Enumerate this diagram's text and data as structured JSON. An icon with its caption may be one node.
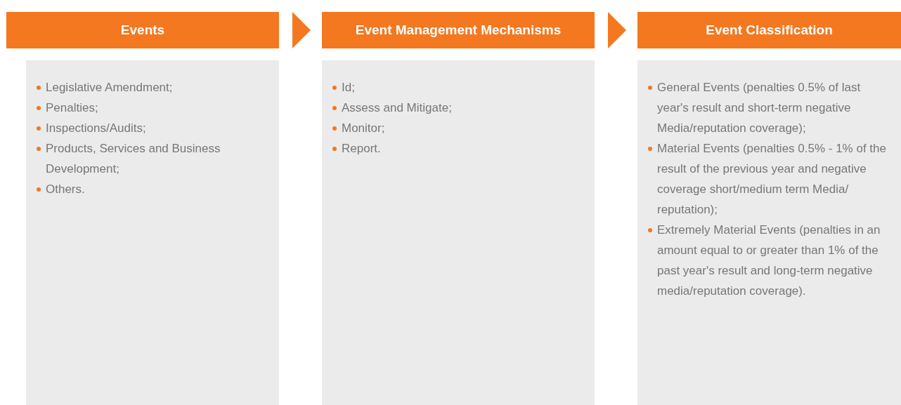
{
  "diagram": {
    "nodes": [
      {
        "text": [
          "Events"
        ]
      },
      {
        "text": [
          "Event Management Mechanisms"
        ]
      },
      {
        "text": [
          "Event Classification"
        ]
      },
      {
        "text": [
          "Legislative Amendment;",
          "Penalties;",
          "Inspections/Audits;",
          "Products, Services and Business Development;",
          "Others."
        ]
      },
      {
        "text": [
          "Id;",
          "Assess and Mitigate;",
          "Monitor;",
          "Report."
        ]
      },
      {
        "text": [
          "General Events (penalties 0.5% of last year's result and short-term negative Media/reputation coverage);",
          "Material Events (penalties 0.5% - 1% of the result of the previous year and negative coverage short/medium term Media/ reputation);",
          "Extremely Material Events (penalties in an amount equal to or greater than 1% of the past year's result and long-term negative media/reputation coverage)."
        ]
      }
    ],
    "edges": [
      {
        "from": 0,
        "to": 1,
        "arrow": "to"
      },
      {
        "from": 1,
        "to": 2,
        "arrow": "to"
      }
    ]
  }
}
